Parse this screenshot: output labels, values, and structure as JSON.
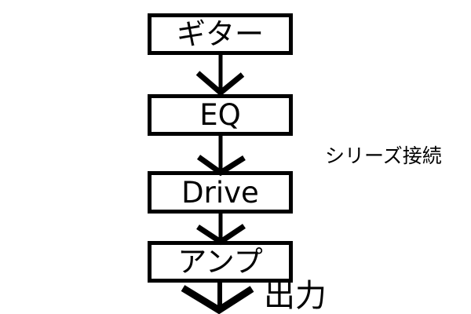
{
  "page": {
    "background": "#ffffff",
    "ink": "#000000"
  },
  "diagram": {
    "annotation": "シリーズ接続",
    "output_label": "出力",
    "nodes": [
      {
        "label": "ギター"
      },
      {
        "label": "EQ"
      },
      {
        "label": "Drive"
      },
      {
        "label": "アンプ"
      }
    ],
    "edges": [
      {
        "from": "ギター",
        "to": "EQ"
      },
      {
        "from": "EQ",
        "to": "Drive"
      },
      {
        "from": "Drive",
        "to": "アンプ"
      },
      {
        "from": "アンプ",
        "to": "出力"
      }
    ]
  }
}
